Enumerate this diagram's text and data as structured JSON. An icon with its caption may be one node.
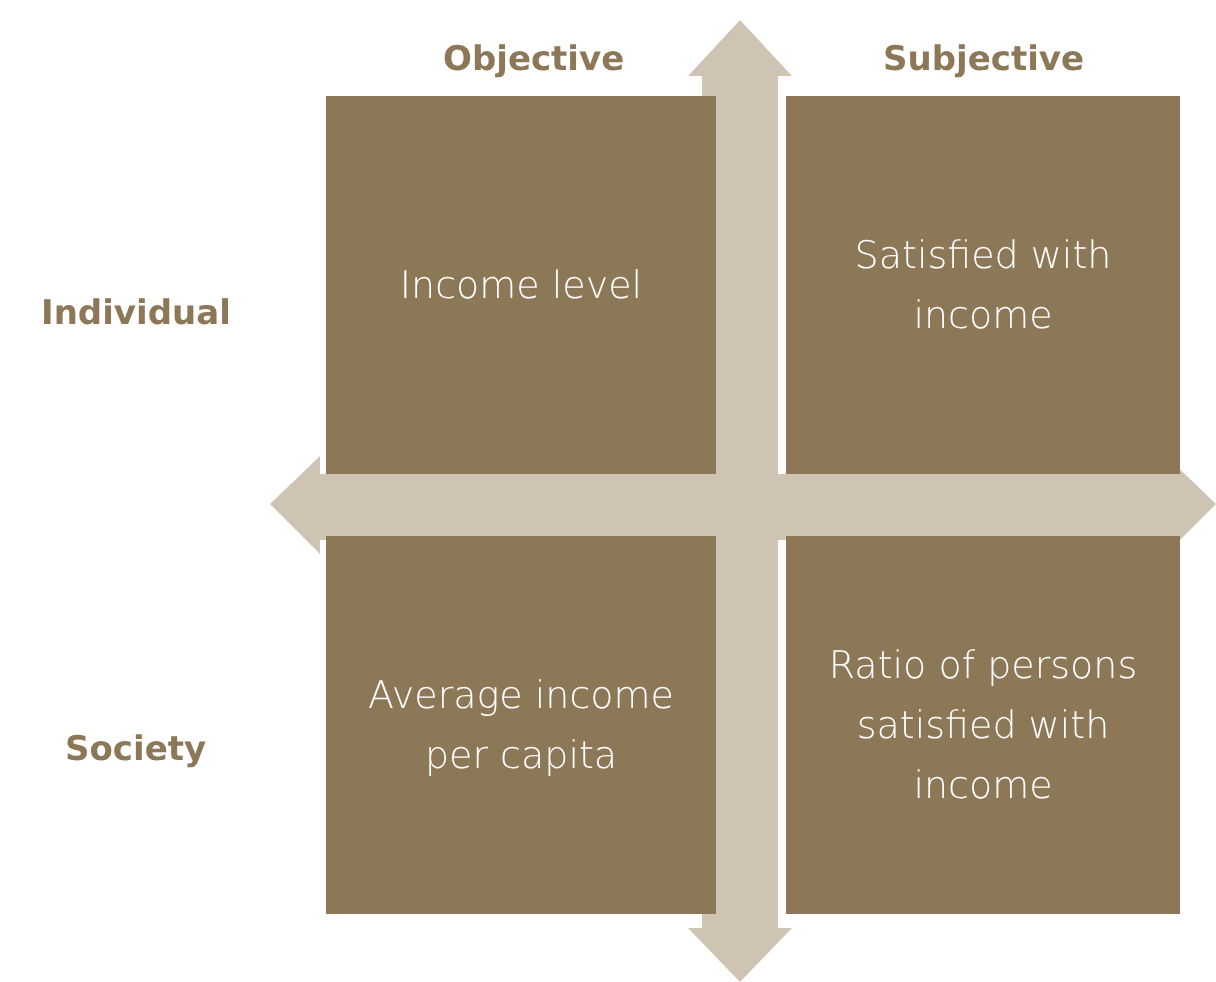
{
  "diagram": {
    "nodes": [
      {
        "text": [
          "Income level"
        ]
      },
      {
        "text": [
          "Satisfied with income"
        ]
      },
      {
        "text": [
          "Average income per capita"
        ]
      },
      {
        "text": [
          "Ratio of persons satisfied with income"
        ]
      }
    ],
    "labels": [
      "Objective",
      "Subjective",
      "Individual",
      "Society"
    ]
  }
}
